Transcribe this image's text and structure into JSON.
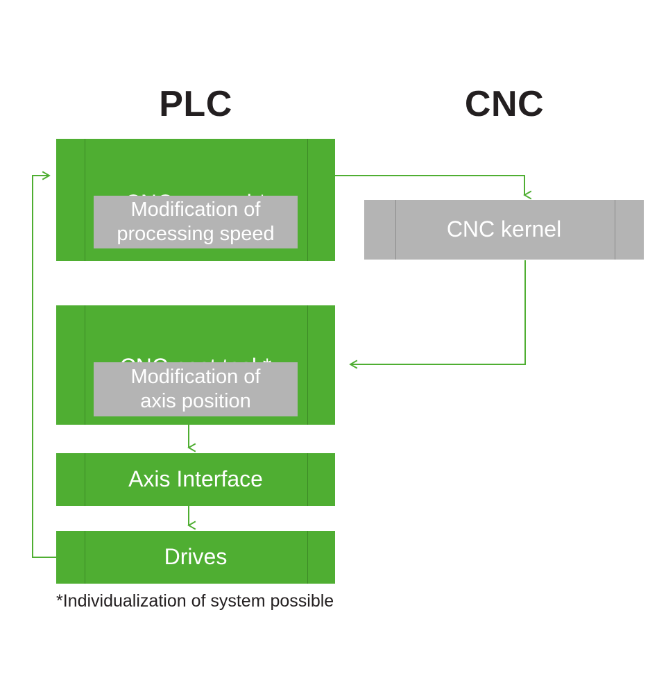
{
  "headings": {
    "left": "PLC",
    "right": "CNC"
  },
  "blocks": {
    "cnc_pre_task": {
      "title": "CNC pre task*",
      "inner_label": "Modification of\nprocessing speed"
    },
    "cnc_post_task": {
      "title": "CNC post task*",
      "inner_label": "Modification of\naxis position"
    },
    "axis_interface": {
      "title": "Axis Interface"
    },
    "drives": {
      "title": "Drives"
    },
    "cnc_kernel": {
      "title": "CNC kernel"
    }
  },
  "footnote": "*Individualization of system possible",
  "colors": {
    "green": "#4FAE32",
    "green_divider": "#3C8A26",
    "grey": "#B4B4B4",
    "grey_divider": "#8C8C8C",
    "arrow": "#4FAE32",
    "text_dark": "#231f20",
    "text_light": "#ffffff",
    "background": "#ffffff"
  },
  "connectors": [
    {
      "name": "pre-task-to-kernel",
      "from": "cnc_pre_task",
      "to": "cnc_kernel",
      "direction": "right-then-down"
    },
    {
      "name": "kernel-to-post-task",
      "from": "cnc_kernel",
      "to": "cnc_post_task",
      "direction": "down-then-left"
    },
    {
      "name": "post-task-to-axis-interface",
      "from": "cnc_post_task",
      "to": "axis_interface",
      "direction": "down"
    },
    {
      "name": "axis-interface-to-drives",
      "from": "axis_interface",
      "to": "drives",
      "direction": "down"
    },
    {
      "name": "drives-to-pre-task-feedback",
      "from": "drives",
      "to": "cnc_pre_task",
      "direction": "left-then-up-then-right"
    }
  ]
}
